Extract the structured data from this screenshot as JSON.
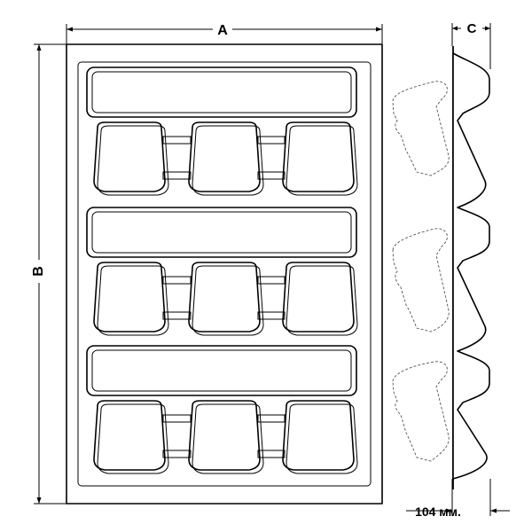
{
  "dimensions": {
    "width_label": "A",
    "height_label": "B",
    "depth_label": "C",
    "base_depth_label": "104 мм."
  },
  "layout": {
    "rows": 3,
    "cups_per_row": 3
  },
  "colors": {
    "line": "#000000",
    "background": "#ffffff",
    "dashed": "#555555"
  }
}
